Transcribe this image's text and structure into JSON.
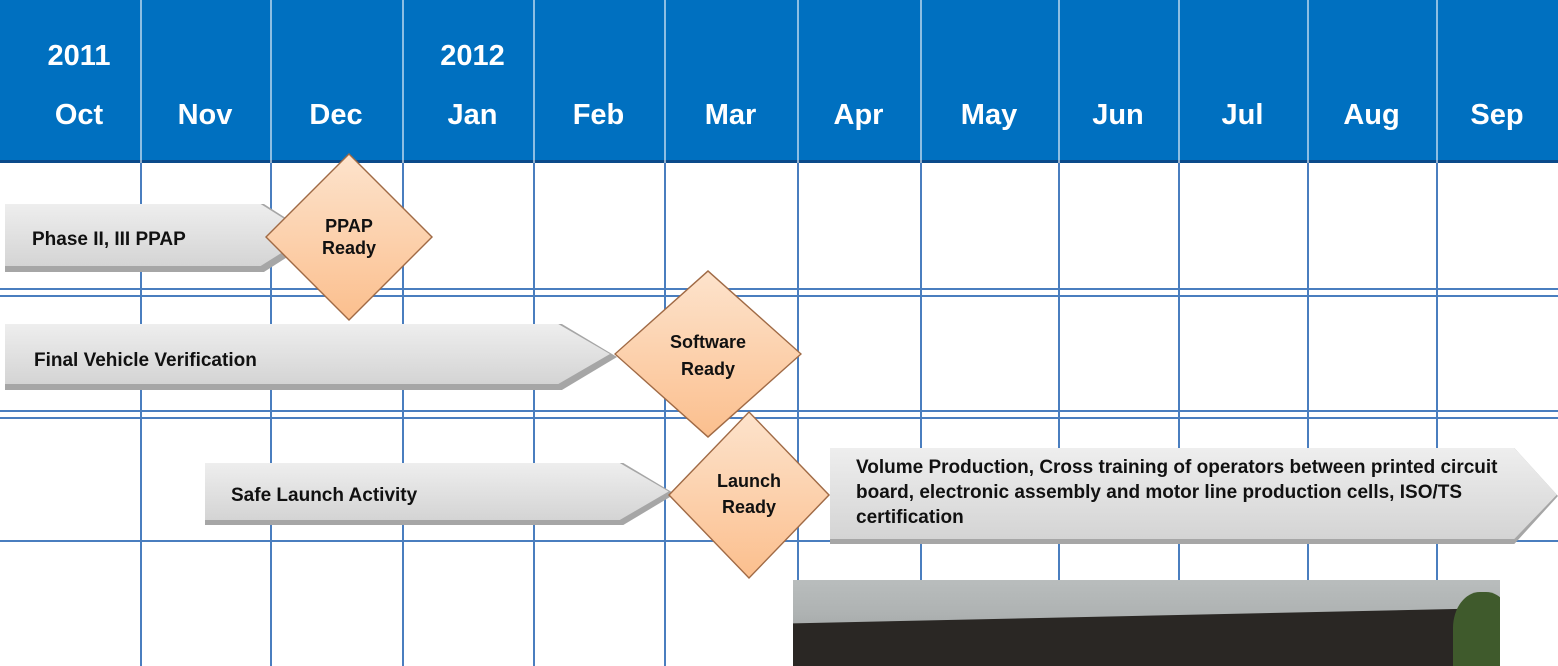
{
  "header": {
    "columns": [
      {
        "year": "2011",
        "month": "Oct"
      },
      {
        "year": "",
        "month": "Nov"
      },
      {
        "year": "",
        "month": "Dec"
      },
      {
        "year": "2012",
        "month": "Jan"
      },
      {
        "year": "",
        "month": "Feb"
      },
      {
        "year": "",
        "month": "Mar"
      },
      {
        "year": "",
        "month": "Apr"
      },
      {
        "year": "",
        "month": "May"
      },
      {
        "year": "",
        "month": "Jun"
      },
      {
        "year": "",
        "month": "Jul"
      },
      {
        "year": "",
        "month": "Aug"
      },
      {
        "year": "",
        "month": "Sep"
      }
    ]
  },
  "activities": [
    {
      "label": "Phase II, III PPAP"
    },
    {
      "label": "Final Vehicle Verification"
    },
    {
      "label": "Safe Launch Activity"
    },
    {
      "label": "Volume Production, Cross training of operators between printed circuit board, electronic assembly and motor line production cells, ISO/TS certification"
    }
  ],
  "milestones": [
    {
      "line1": "PPAP",
      "line2": "Ready"
    },
    {
      "line1": "Software",
      "line2": "Ready"
    },
    {
      "line1": "Launch",
      "line2": "Ready"
    }
  ],
  "colors": {
    "header": "#0070c0",
    "grid": "#4a7ebf",
    "arrow_fill": "#e2e2e2",
    "milestone_fill": "#fbcfa8"
  }
}
